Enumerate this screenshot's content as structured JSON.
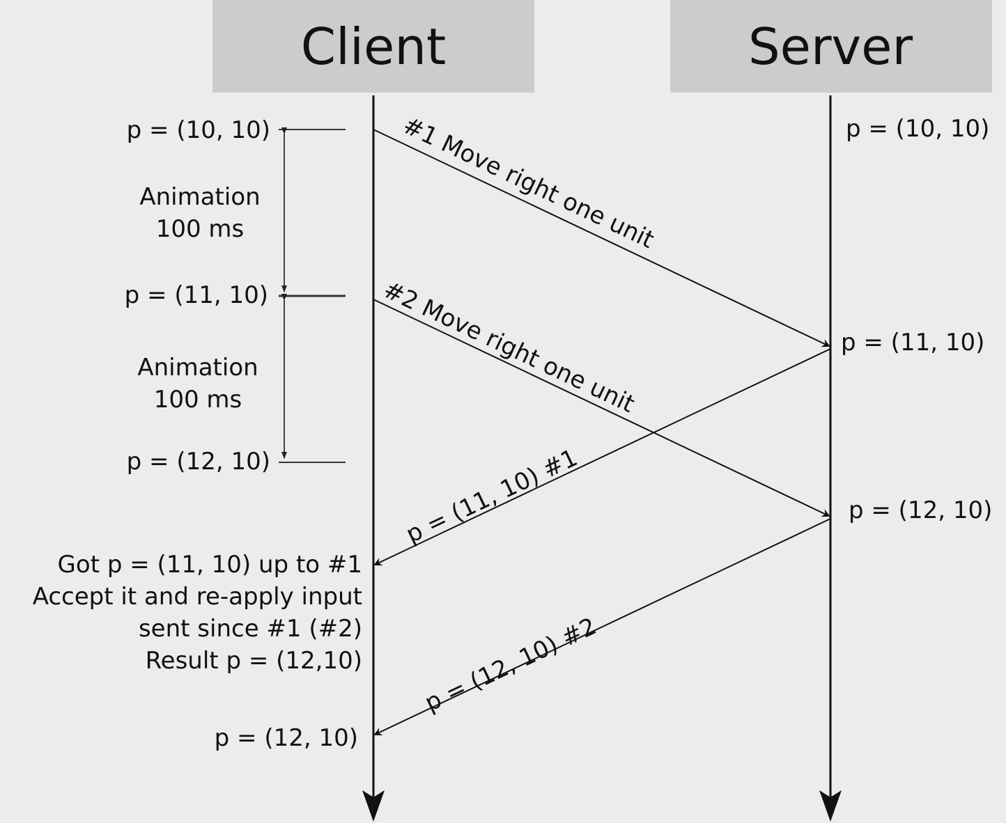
{
  "participants": {
    "client": "Client",
    "server": "Server"
  },
  "client_states": {
    "s1": "p = (10, 10)",
    "s2": "p = (11, 10)",
    "s3": "p = (12, 10)",
    "final": "p = (12, 10)"
  },
  "server_states": {
    "s1": "p = (10, 10)",
    "s2": "p = (11, 10)",
    "s3": "p = (12, 10)"
  },
  "animations": {
    "a1_line1": "Animation",
    "a1_line2": "100 ms",
    "a2_line1": "Animation",
    "a2_line2": "100 ms"
  },
  "messages": {
    "m1": "#1 Move right one unit",
    "m2": "#2 Move right one unit",
    "r1": "p = (11, 10) #1",
    "r2": "p = (12, 10) #2"
  },
  "reconcile_note": [
    "Got p = (11, 10) up to #1",
    "Accept it and re-apply input",
    "sent since #1 (#2)",
    "Result p = (12,10)"
  ]
}
